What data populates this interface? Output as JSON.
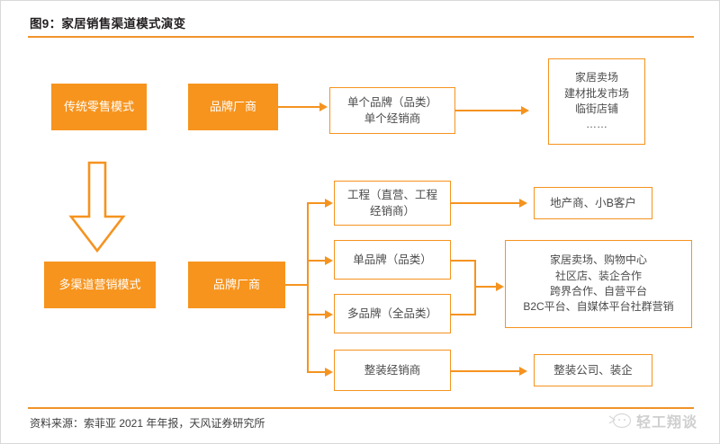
{
  "figure": {
    "title": "图9：家居销售渠道模式演变",
    "source": "资料来源：索菲亚 2021 年年报，天风证券研究所",
    "watermark": "轻工翔谈",
    "watermark_icon": "chat-bubble-icon"
  },
  "colors": {
    "accent": "#f7941d",
    "border": "#f5931f",
    "rule": "#f0932b",
    "text": "#4b4b4b",
    "title_text": "#231f20"
  },
  "diagram": {
    "type": "flowchart",
    "transition_icon": "down-arrow-icon",
    "sections": [
      {
        "id": "traditional",
        "mode_label": "传统零售模式",
        "nodes": [
          {
            "id": "t-brand",
            "label": "品牌厂商",
            "style": "filled"
          },
          {
            "id": "t-channel",
            "label": "单个品牌（品类）\n单个经销商",
            "style": "outline"
          },
          {
            "id": "t-terminal",
            "label": "家居卖场\n建材批发市场\n临街店铺\n……",
            "style": "outline"
          }
        ]
      },
      {
        "id": "multichannel",
        "mode_label": "多渠道营销模式",
        "nodes": [
          {
            "id": "m-brand",
            "label": "品牌厂商",
            "style": "filled"
          },
          {
            "id": "m-engineering",
            "label": "工程（直营、工程\n经销商）",
            "style": "outline"
          },
          {
            "id": "m-single-brand",
            "label": "单品牌（品类）",
            "style": "outline"
          },
          {
            "id": "m-multi-brand",
            "label": "多品牌（全品类）",
            "style": "outline"
          },
          {
            "id": "m-whole-house",
            "label": "整装经销商",
            "style": "outline"
          },
          {
            "id": "m-out-engineering",
            "label": "地产商、小B客户",
            "style": "outline"
          },
          {
            "id": "m-out-retail",
            "label": "家居卖场、购物中心\n社区店、装企合作\n跨界合作、自营平台\nB2C平台、自媒体平台社群营销",
            "style": "outline"
          },
          {
            "id": "m-out-whole-house",
            "label": "整装公司、装企",
            "style": "outline"
          }
        ]
      }
    ]
  }
}
